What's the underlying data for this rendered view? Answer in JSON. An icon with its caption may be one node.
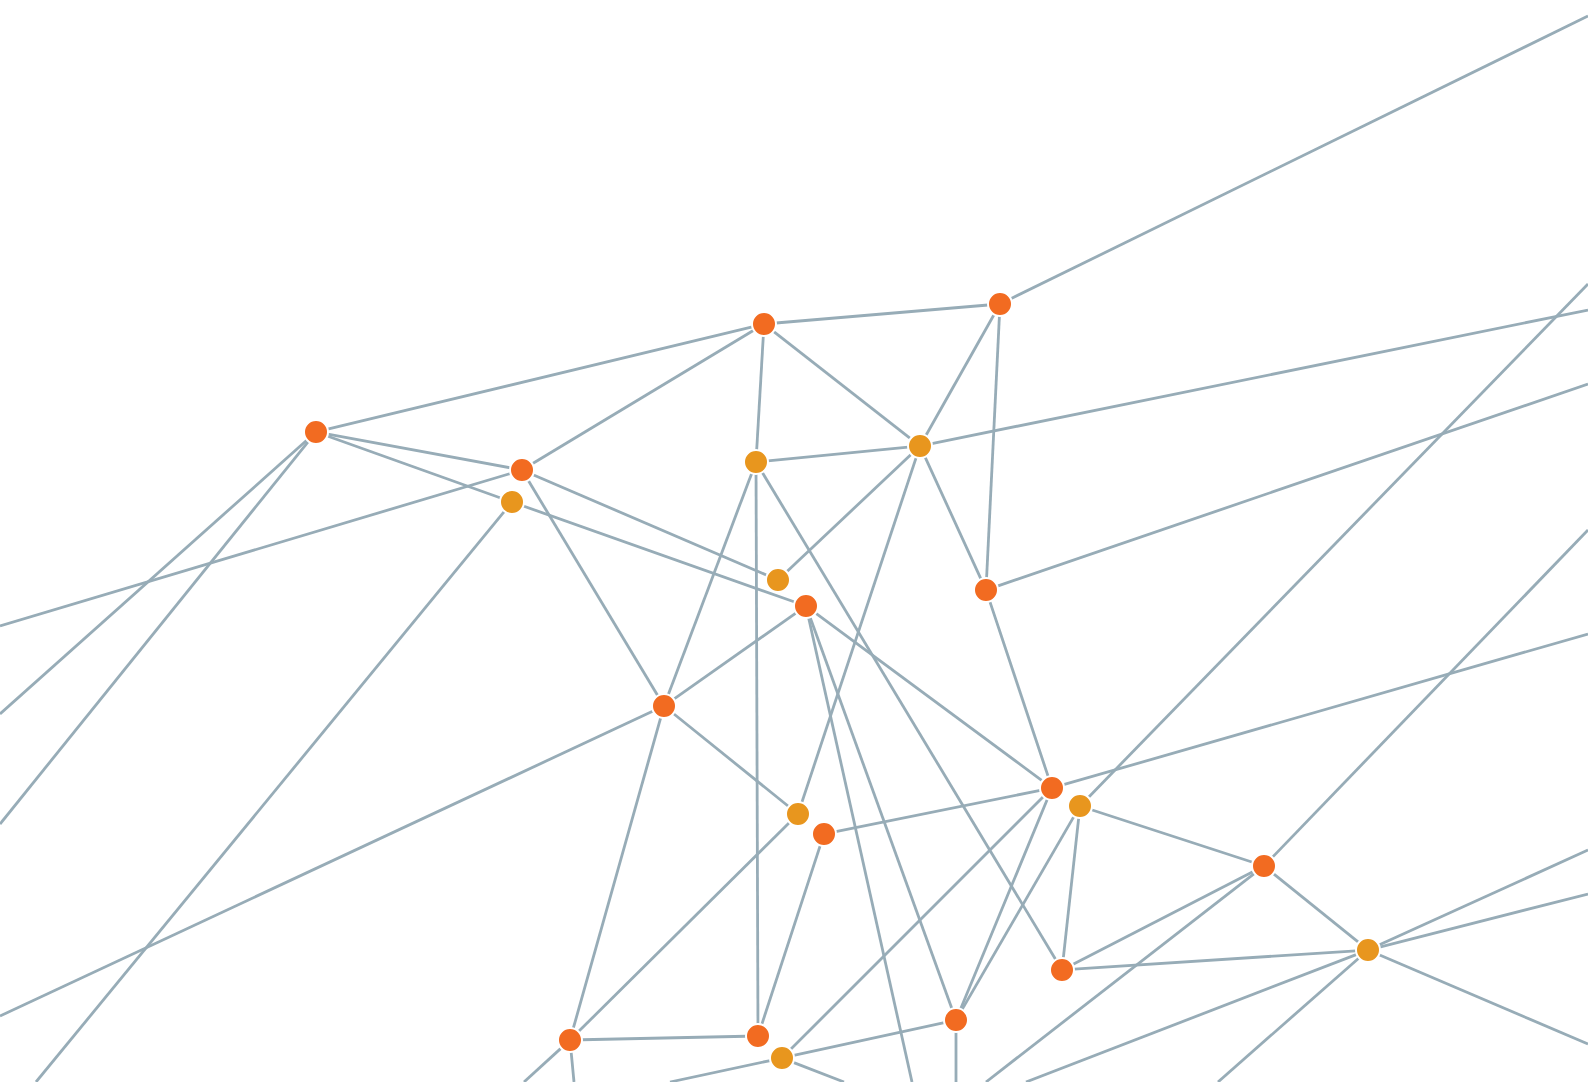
{
  "diagram": {
    "nodes": [
      {
        "text": [],
        "shape": "circle"
      },
      {
        "text": [],
        "shape": "circle"
      },
      {
        "text": [],
        "shape": "circle"
      },
      {
        "text": [],
        "shape": "circle"
      },
      {
        "text": [],
        "shape": "circle"
      },
      {
        "text": [],
        "shape": "circle"
      },
      {
        "text": [],
        "shape": "circle"
      },
      {
        "text": [],
        "shape": "circle"
      },
      {
        "text": [],
        "shape": "circle"
      },
      {
        "text": [],
        "shape": "circle"
      },
      {
        "text": [],
        "shape": "circle"
      },
      {
        "text": [],
        "shape": "circle"
      },
      {
        "text": [],
        "shape": "circle"
      },
      {
        "text": [],
        "shape": "circle"
      },
      {
        "text": [],
        "shape": "circle"
      },
      {
        "text": [],
        "shape": "circle"
      },
      {
        "text": [],
        "shape": "circle"
      },
      {
        "text": [],
        "shape": "circle"
      },
      {
        "text": [],
        "shape": "circle"
      },
      {
        "text": [],
        "shape": "circle"
      },
      {
        "text": [],
        "shape": "circle"
      },
      {
        "text": [],
        "shape": "circle"
      }
    ],
    "edges": [
      {
        "from": 2,
        "to": 0,
        "arrow": "none"
      },
      {
        "from": 2,
        "to": 3,
        "arrow": "none"
      },
      {
        "from": 2,
        "to": 4,
        "arrow": "none"
      },
      {
        "from": 0,
        "to": 3,
        "arrow": "none"
      },
      {
        "from": 0,
        "to": 1,
        "arrow": "none"
      },
      {
        "from": 0,
        "to": 5,
        "arrow": "none"
      },
      {
        "from": 0,
        "to": 6,
        "arrow": "none"
      },
      {
        "from": 1,
        "to": 6,
        "arrow": "none"
      },
      {
        "from": 1,
        "to": 9,
        "arrow": "none"
      },
      {
        "from": 1,
        "to": null,
        "arrow": "none"
      },
      {
        "from": 2,
        "to": null,
        "arrow": "none"
      },
      {
        "from": 2,
        "to": null,
        "arrow": "none"
      },
      {
        "from": 3,
        "to": null,
        "arrow": "none"
      },
      {
        "from": 3,
        "to": 7,
        "arrow": "none"
      },
      {
        "from": 3,
        "to": 10,
        "arrow": "none"
      },
      {
        "from": 4,
        "to": 8,
        "arrow": "none"
      },
      {
        "from": 4,
        "to": null,
        "arrow": "none"
      },
      {
        "from": 5,
        "to": 6,
        "arrow": "none"
      },
      {
        "from": 5,
        "to": 20,
        "arrow": "none"
      },
      {
        "from": 5,
        "to": 10,
        "arrow": "none"
      },
      {
        "from": 5,
        "to": 17,
        "arrow": "none"
      },
      {
        "from": 6,
        "to": 7,
        "arrow": "none"
      },
      {
        "from": 6,
        "to": 13,
        "arrow": "none"
      },
      {
        "from": 6,
        "to": 9,
        "arrow": "none"
      },
      {
        "from": 6,
        "to": null,
        "arrow": "none"
      },
      {
        "from": 9,
        "to": null,
        "arrow": "none"
      },
      {
        "from": 9,
        "to": 11,
        "arrow": "none"
      },
      {
        "from": 8,
        "to": 10,
        "arrow": "none"
      },
      {
        "from": 8,
        "to": 11,
        "arrow": "none"
      },
      {
        "from": 8,
        "to": 18,
        "arrow": "none"
      },
      {
        "from": 8,
        "to": null,
        "arrow": "none"
      },
      {
        "from": 10,
        "to": 13,
        "arrow": "none"
      },
      {
        "from": 10,
        "to": 19,
        "arrow": "none"
      },
      {
        "from": 10,
        "to": null,
        "arrow": "none"
      },
      {
        "from": 13,
        "to": 19,
        "arrow": "none"
      },
      {
        "from": 14,
        "to": 11,
        "arrow": "none"
      },
      {
        "from": 14,
        "to": 20,
        "arrow": "none"
      },
      {
        "from": 11,
        "to": null,
        "arrow": "none"
      },
      {
        "from": 11,
        "to": 18,
        "arrow": "none"
      },
      {
        "from": 11,
        "to": 21,
        "arrow": "none"
      },
      {
        "from": 12,
        "to": 15,
        "arrow": "none"
      },
      {
        "from": 12,
        "to": 17,
        "arrow": "none"
      },
      {
        "from": 12,
        "to": 18,
        "arrow": "none"
      },
      {
        "from": 12,
        "to": null,
        "arrow": "none"
      },
      {
        "from": 15,
        "to": null,
        "arrow": "none"
      },
      {
        "from": 15,
        "to": 16,
        "arrow": "none"
      },
      {
        "from": 15,
        "to": 17,
        "arrow": "none"
      },
      {
        "from": 15,
        "to": null,
        "arrow": "none"
      },
      {
        "from": 16,
        "to": 17,
        "arrow": "none"
      },
      {
        "from": 16,
        "to": null,
        "arrow": "none"
      },
      {
        "from": 16,
        "to": null,
        "arrow": "none"
      },
      {
        "from": 16,
        "to": null,
        "arrow": "none"
      },
      {
        "from": 16,
        "to": null,
        "arrow": "none"
      },
      {
        "from": 16,
        "to": null,
        "arrow": "none"
      },
      {
        "from": 18,
        "to": 21,
        "arrow": "none"
      },
      {
        "from": 18,
        "to": null,
        "arrow": "none"
      },
      {
        "from": 19,
        "to": 20,
        "arrow": "none"
      },
      {
        "from": 19,
        "to": null,
        "arrow": "none"
      },
      {
        "from": 19,
        "to": null,
        "arrow": "none"
      },
      {
        "from": 21,
        "to": null,
        "arrow": "none"
      },
      {
        "from": 21,
        "to": null,
        "arrow": "none"
      }
    ]
  }
}
